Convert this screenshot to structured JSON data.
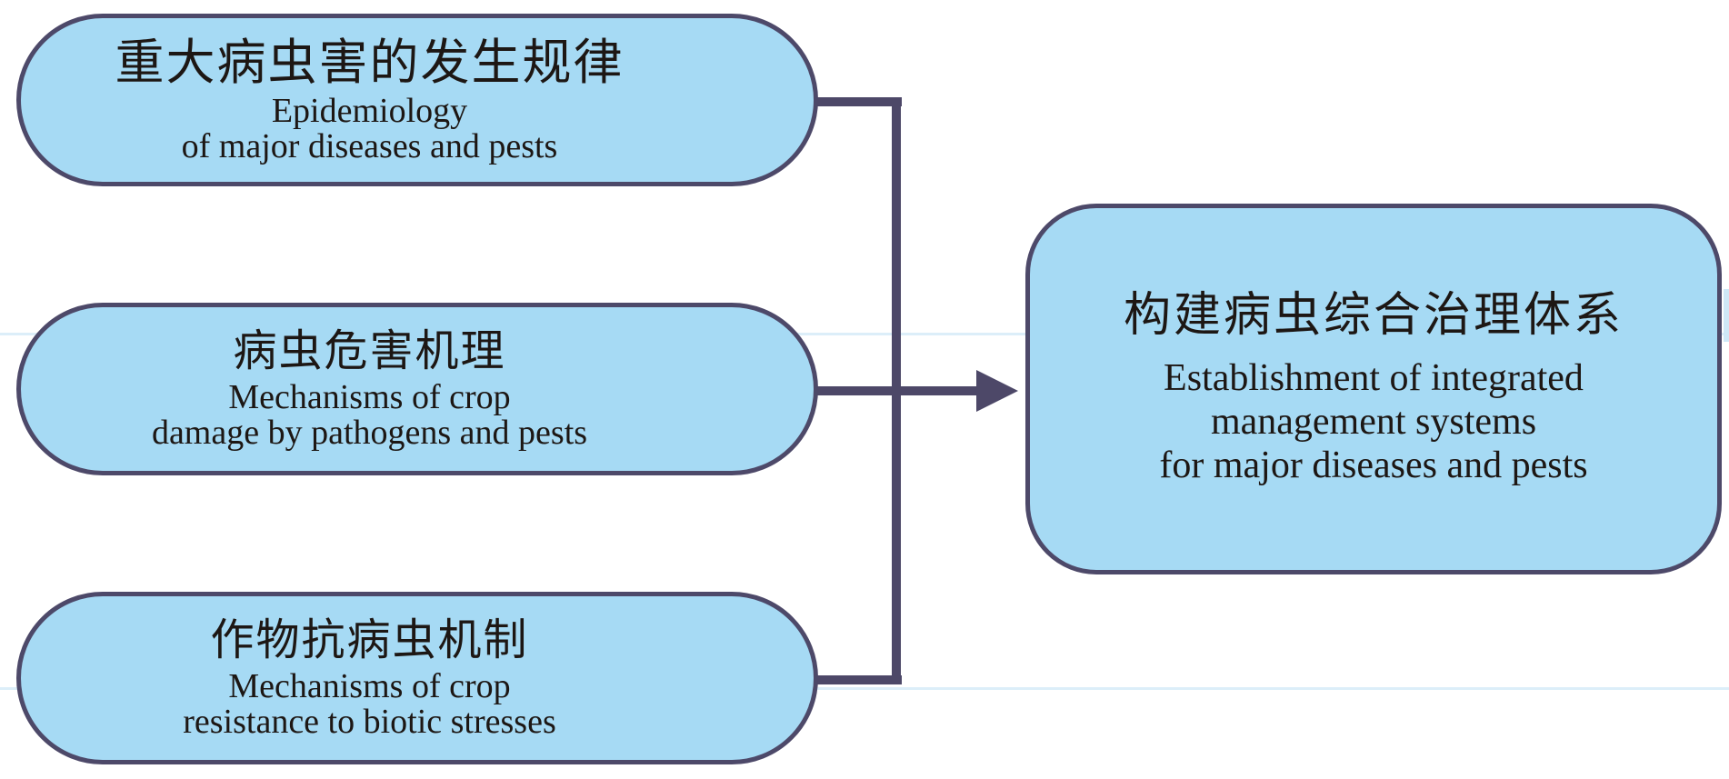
{
  "diagram": {
    "colors": {
      "box_fill": "#a6daf4",
      "box_border": "#4d4969",
      "connector": "#4d4868",
      "text": "#1d1714",
      "background": "#ffffff"
    },
    "source_boxes": [
      {
        "title_zh": "重大病虫害的发生规律",
        "subtitle_en_lines": [
          "Epidemiology",
          "of major diseases and pests"
        ]
      },
      {
        "title_zh": "病虫危害机理",
        "subtitle_en_lines": [
          "Mechanisms of crop",
          "damage by pathogens and pests"
        ]
      },
      {
        "title_zh": "作物抗病虫机制",
        "subtitle_en_lines": [
          "Mechanisms of crop",
          "resistance to biotic stresses"
        ]
      }
    ],
    "result_box": {
      "title_zh": "构建病虫综合治理体系",
      "subtitle_en_lines": [
        "Establishment of integrated",
        "management systems",
        "for major diseases and pests"
      ]
    }
  }
}
